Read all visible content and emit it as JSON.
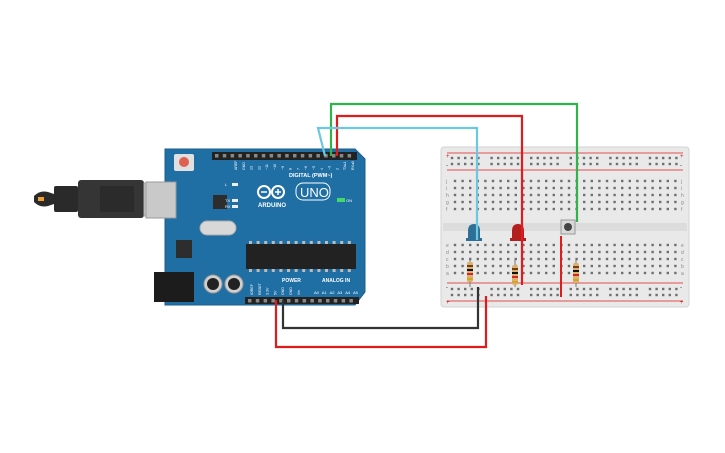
{
  "arduino": {
    "brand": "ARDUINO",
    "model": "UNO",
    "digital_label": "DIGITAL (PWM~)",
    "analog_label": "ANALOG IN",
    "power_label": "POWER",
    "on_label": "ON",
    "tx_label": "TX",
    "rx_label": "RX",
    "l_label": "L",
    "power_pins": [
      "IOREF",
      "RESET",
      "3.3V",
      "5V",
      "GND",
      "GND",
      "Vin"
    ],
    "analog_pins": [
      "A0",
      "A1",
      "A2",
      "A3",
      "A4",
      "A5"
    ],
    "digital_pins": [
      "AREF",
      "GND",
      "13",
      "12",
      "~11",
      "~10",
      "~9",
      "8",
      "7",
      "~6",
      "~5",
      "4",
      "~3",
      "2",
      "TX▸1",
      "RX◂0"
    ]
  },
  "breadboard": {
    "row_letters_top": [
      "j",
      "i",
      "h",
      "g",
      "f"
    ],
    "row_letters_bottom": [
      "e",
      "d",
      "c",
      "b",
      "a"
    ],
    "plus": "+",
    "minus": "-"
  },
  "components": {
    "led_blue": "#2d6f96",
    "led_red": "#b31e1e",
    "button": "#444444"
  },
  "colors": {
    "board": "#1f6fa5",
    "wire_green": "#2fb34a",
    "wire_red": "#e01b1b",
    "wire_cyan": "#6cc7df",
    "wire_black": "#333333"
  }
}
